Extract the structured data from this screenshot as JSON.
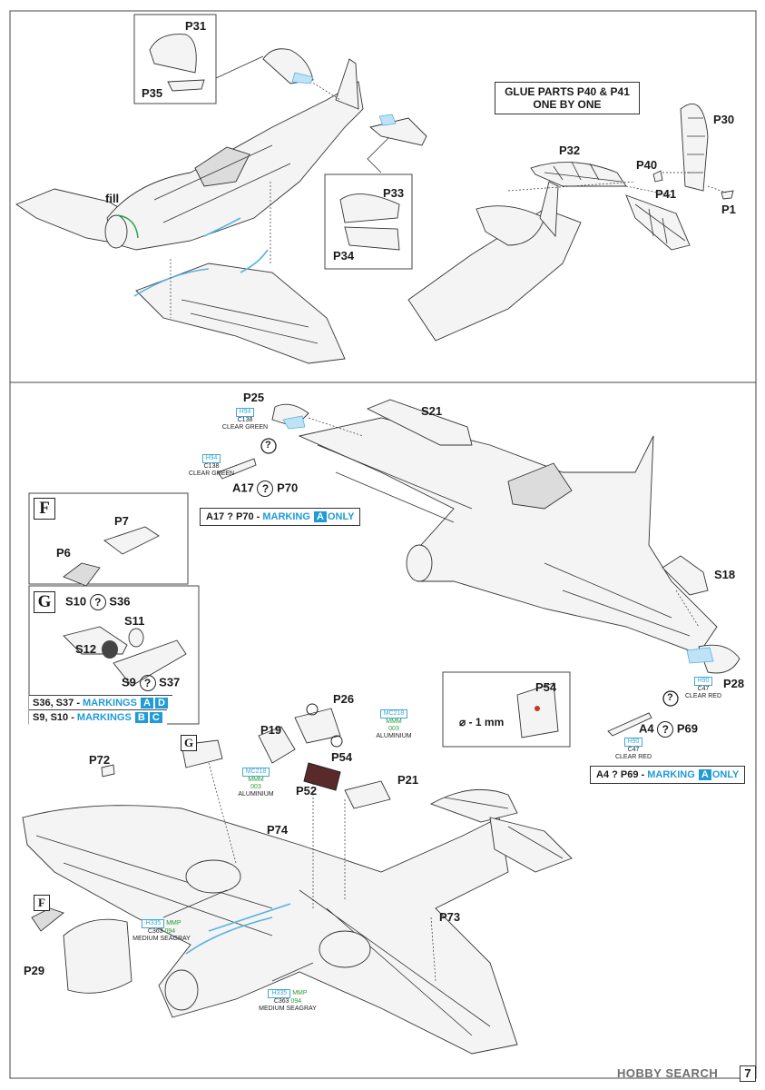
{
  "labels": {
    "p31": "P31",
    "p35": "P35",
    "fill": "fill",
    "p33": "P33",
    "p34": "P34",
    "p30": "P30",
    "p32": "P32",
    "p40": "P40",
    "p41": "P41",
    "p1": "P1",
    "p25": "P25",
    "s21": "S21",
    "a17_p70": "A17",
    "p70": "P70",
    "p7": "P7",
    "p6": "P6",
    "s10": "S10",
    "s36": "S36",
    "s11": "S11",
    "s12": "S12",
    "s9": "S9",
    "s37": "S37",
    "s18": "S18",
    "p28": "P28",
    "p54_top": "P54",
    "a4": "A4",
    "p69": "P69",
    "p26": "P26",
    "p19": "P19",
    "p54": "P54",
    "p72": "P72",
    "p52": "P52",
    "p21": "P21",
    "p74": "P74",
    "p73": "P73",
    "p29": "P29"
  },
  "notes": {
    "glue_line1": "GLUE PARTS P40 & P41",
    "glue_line2": "ONE BY ONE",
    "a17_note_prefix": "A17 ? P70 - ",
    "a17_note_marking": "MARKING",
    "a17_note_tag": "A",
    "a17_note_suffix": "ONLY",
    "a4_note_prefix": "A4 ? P69 - ",
    "a4_note_marking": "MARKING",
    "a4_note_tag": "A",
    "a4_note_suffix": "ONLY",
    "s36_prefix": "S36, S37 - ",
    "s36_markings": "MARKINGS",
    "s36_tag1": "A",
    "s36_tag2": "D",
    "s9_prefix": "S9, S10 - ",
    "s9_markings": "MARKINGS",
    "s9_tag1": "B",
    "s9_tag2": "C",
    "drill": "⌀ - 1 mm"
  },
  "sections": {
    "f": "F",
    "g": "G",
    "g_small": "G",
    "f_small": "F"
  },
  "paints": {
    "clear_green_1": {
      "code": "H94",
      "c": "C138",
      "name": "CLEAR GREEN"
    },
    "clear_green_2": {
      "code": "H94",
      "c": "C138",
      "name": "CLEAR GREEN"
    },
    "clear_red_1": {
      "code": "H90",
      "c": "C47",
      "name": "CLEAR RED"
    },
    "clear_red_2": {
      "code": "H90",
      "c": "C47",
      "name": "CLEAR RED"
    },
    "alu_1": {
      "code": "MC218",
      "c": "MMM",
      "n": "003",
      "name": "ALUMINIUM"
    },
    "alu_2": {
      "code": "MC218",
      "c": "MMM",
      "n": "003",
      "name": "ALUMINIUM"
    },
    "seagray_1": {
      "code": "H335",
      "mmp": "MMP",
      "c": "C363",
      "n": "094",
      "name": "MEDIUM SEAGRAY"
    },
    "seagray_2": {
      "code": "H335",
      "mmp": "MMP",
      "c": "C363",
      "n": "094",
      "name": "MEDIUM SEAGRAY"
    }
  },
  "question_mark": "?",
  "footer": {
    "watermark": "HOBBY SEARCH",
    "page": "7"
  }
}
